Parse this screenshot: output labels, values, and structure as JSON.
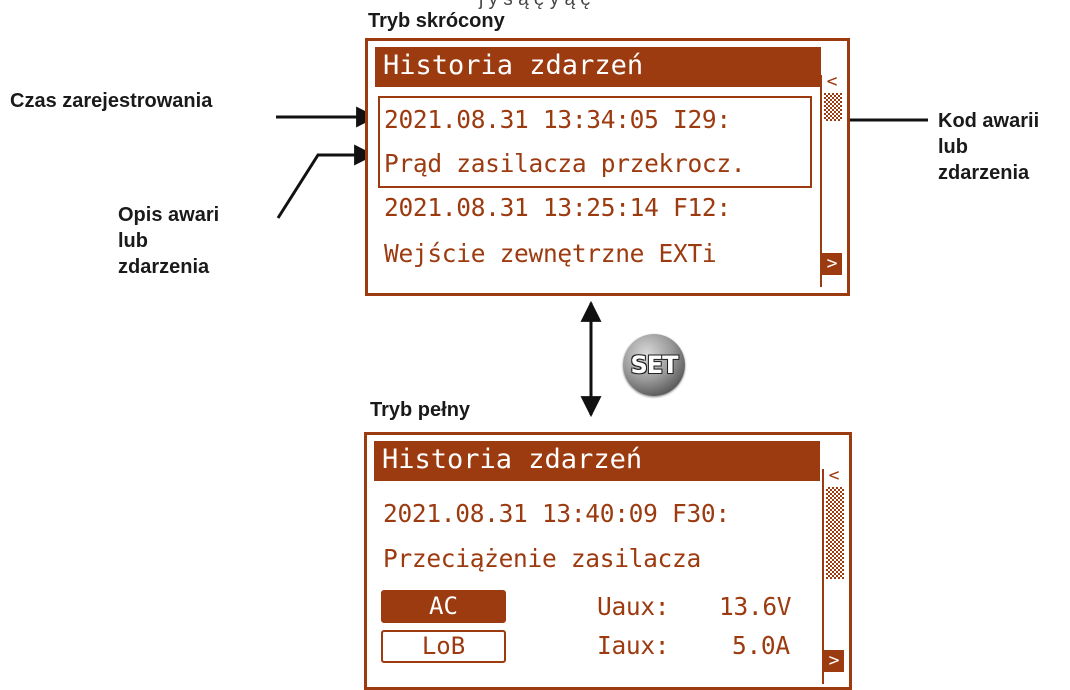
{
  "cut_top_text": "j y ś ą ę y ą ę",
  "modes": {
    "short_label": "Tryb skrócony",
    "full_label": "Tryb pełny"
  },
  "annotations": {
    "time": "Czas zarejestrowania",
    "code": [
      "Kod awarii",
      "lub",
      "zdarzenia"
    ],
    "description": [
      "Opis awari",
      "lub",
      "zdarzenia"
    ]
  },
  "set_button": {
    "label": "SET"
  },
  "screen_short": {
    "title": "Historia zdarzeń",
    "scroll_up": "<",
    "scroll_down": ">",
    "lines": [
      "2021.08.31 13:34:05 I29:",
      "Prąd zasilacza przekrocz.",
      "2021.08.31 13:25:14 F12:",
      "Wejście zewnętrzne EXTi"
    ]
  },
  "screen_full": {
    "title": "Historia zdarzeń",
    "scroll_up": "<",
    "scroll_down": ">",
    "line1": "2021.08.31 13:40:09 F30:",
    "line2": "Przeciążenie zasilacza",
    "badge_ac": "AC",
    "badge_lob": "LoB",
    "uaux_label": "Uaux:",
    "uaux_value": "13.6V",
    "iaux_label": "Iaux:",
    "iaux_value": "5.0A"
  },
  "colors": {
    "lcd": "#9c3a10",
    "text": "#1a1a1a"
  }
}
